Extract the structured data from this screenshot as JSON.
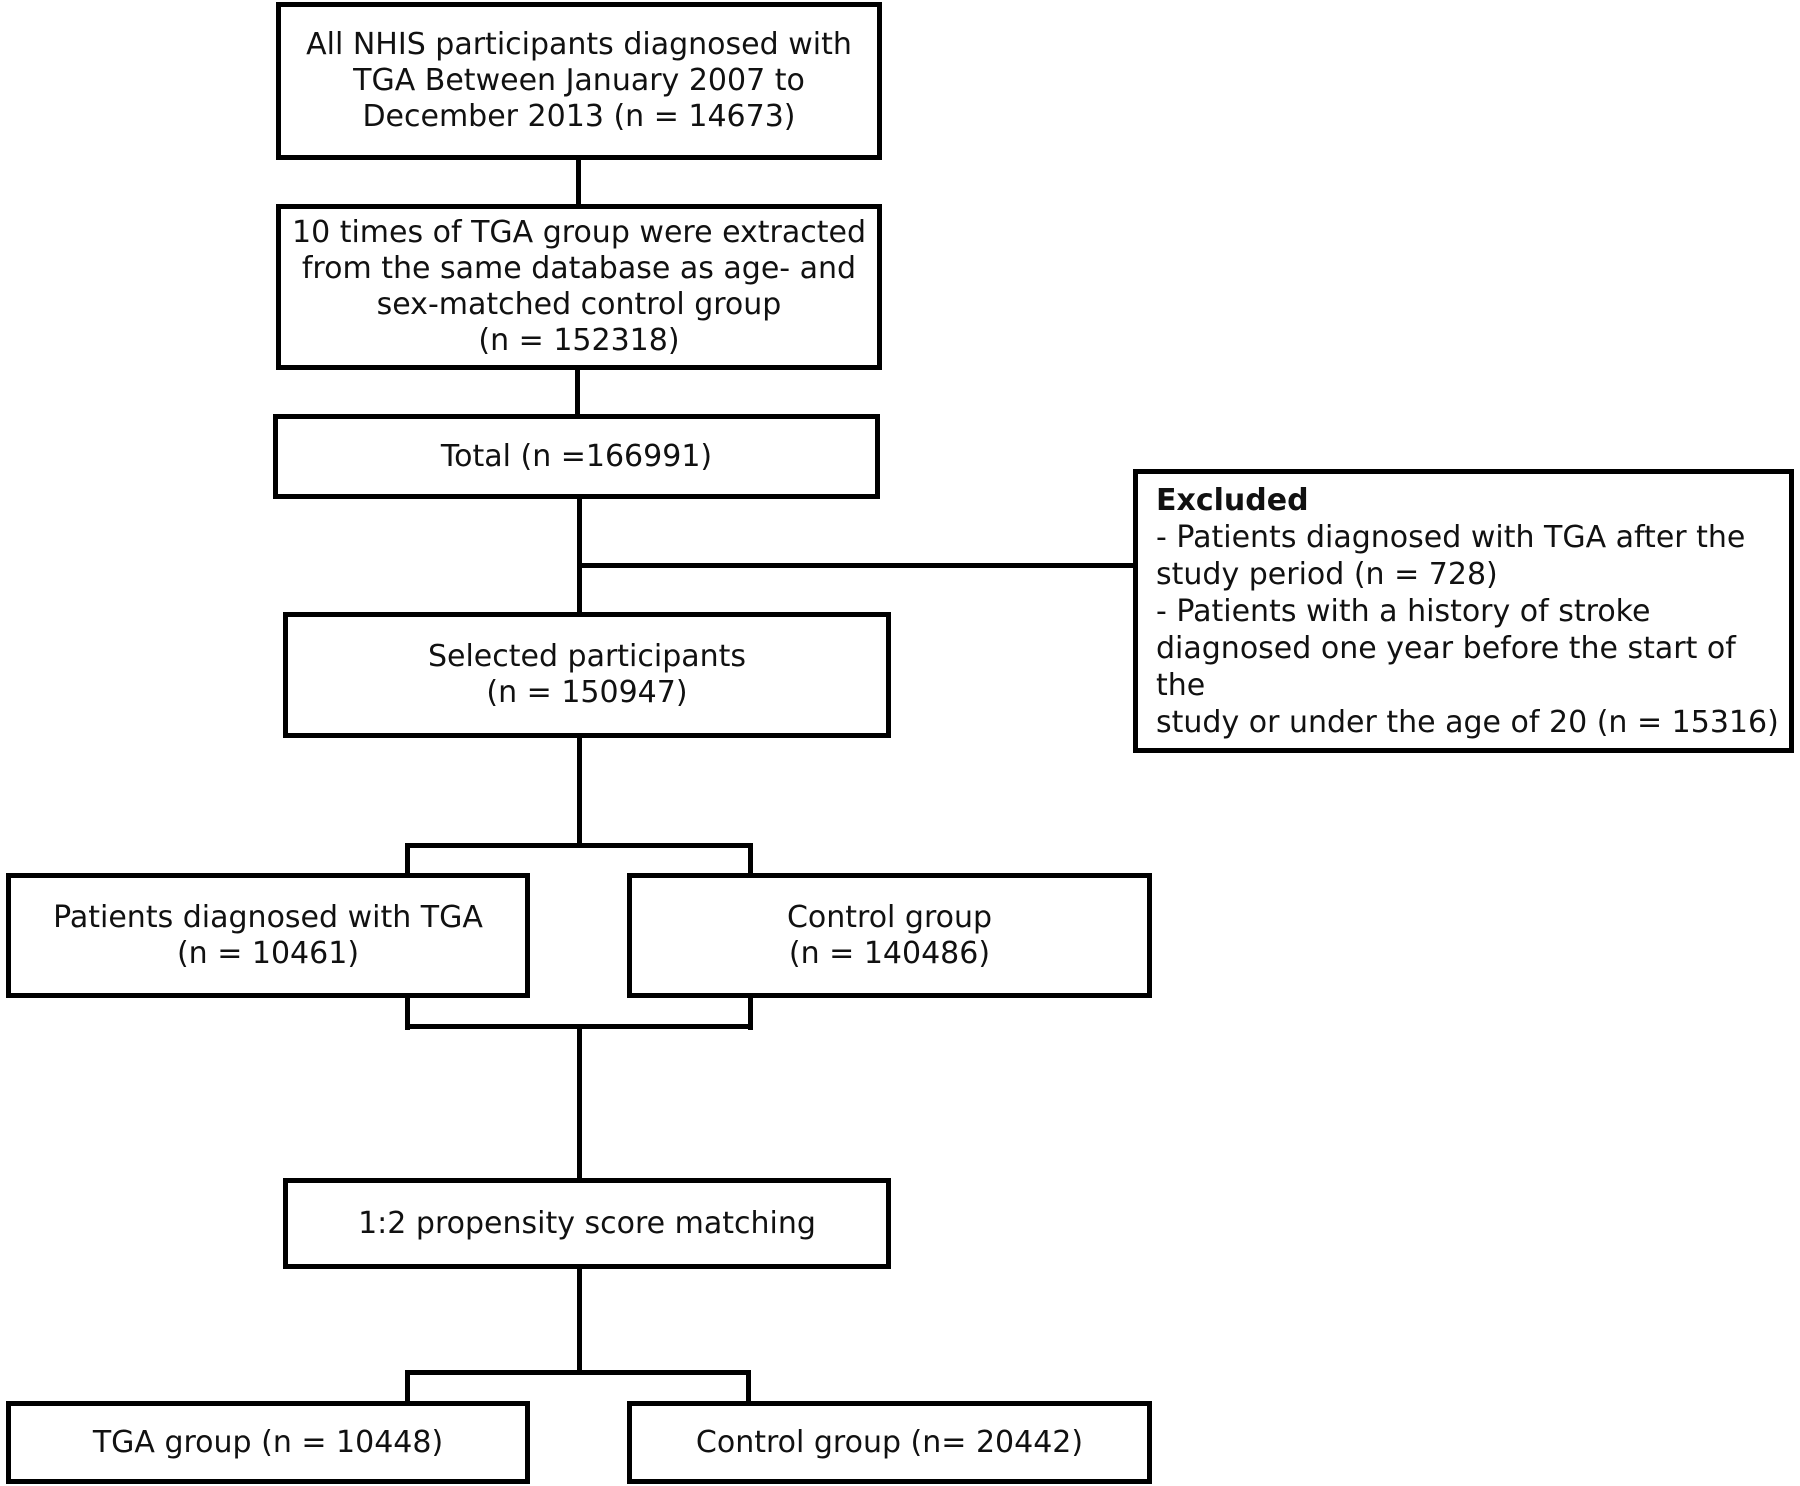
{
  "boxes": {
    "all_nhis": {
      "lines": [
        "All NHIS participants diagnosed with",
        "TGA Between January 2007 to",
        "December 2013 (n = 14673)"
      ]
    },
    "control_extract": {
      "lines": [
        "10 times of TGA group were extracted",
        "from the same database as age- and",
        "sex-matched control group",
        "(n = 152318)"
      ]
    },
    "total": {
      "lines": [
        "Total (n =166991)"
      ]
    },
    "excluded": {
      "title": "Excluded",
      "lines": [
        "- Patients diagnosed with TGA after the",
        "study period (n = 728)",
        "- Patients with a history of stroke",
        "diagnosed one year before the start of the",
        "study or under the age of 20 (n = 15316)"
      ]
    },
    "selected": {
      "lines": [
        "Selected participants",
        "(n = 150947)"
      ]
    },
    "tga_patients": {
      "lines": [
        "Patients diagnosed with TGA",
        "(n = 10461)"
      ]
    },
    "control_group": {
      "lines": [
        "Control group",
        "(n = 140486)"
      ]
    },
    "psm": {
      "lines": [
        "1:2 propensity score matching"
      ]
    },
    "tga_group_final": {
      "lines": [
        "TGA group (n = 10448)"
      ]
    },
    "control_group_final": {
      "lines": [
        "Control group (n= 20442)"
      ]
    }
  }
}
